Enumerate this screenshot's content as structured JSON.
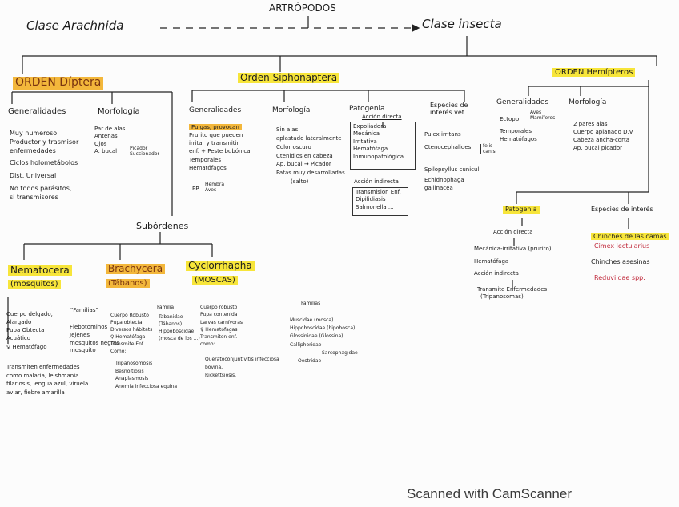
{
  "top": {
    "title": "ARTRÓPODOS",
    "left": "Clase Arachnida",
    "right": "Clase insecta"
  },
  "orders": {
    "diptera": "ORDEN Díptera",
    "siphonaptera": "Orden Siphonaptera",
    "hemiptera": "ORDEN Hemípteros"
  },
  "diptera": {
    "generalidades_title": "Generalidades",
    "generalidades": [
      "Muy numeroso",
      "Productor y trasmisor",
      "enfermedades",
      "Ciclos holometábolos",
      "Dist. Universal",
      "No todos parásitos,",
      "sí transmisores"
    ],
    "morfologia_title": "Morfología",
    "morfologia": [
      "Par de alas",
      "Antenas",
      "Ojos",
      "A. bucal"
    ],
    "bucal_branches": [
      "Picador",
      "Succionador"
    ],
    "suborden_title": "Subórdenes"
  },
  "suborders": {
    "nematocera": {
      "name": "Nematocera",
      "sub": "(mosquitos)",
      "left": [
        "Cuerpo delgado,",
        "Alargado",
        "Pupa Obtecta",
        "Acuático",
        "♀ Hematófago"
      ],
      "fam_title": "\"Familias\"",
      "fam": [
        "Flebotominos",
        "Jejenes",
        "mosquitos negros",
        "mosquito"
      ],
      "bottom": [
        "Transmiten enfermedades",
        "como malaria, leishmania",
        "filariosis, lengua azul, viruela",
        "aviar, fiebre amarilla"
      ]
    },
    "brachycera": {
      "name": "Brachycera",
      "sub": "(Tábanos)",
      "left": [
        "Cuerpo Robusto",
        "Pupa obtecta",
        "Diversos hábitats",
        "♀ Hematófaga",
        "Transmite Enf.",
        "Como:"
      ],
      "diseases": [
        "Tripanosomosis",
        "Besnoitiosis",
        "Anaplasmosis",
        "Anemia infecciosa equina"
      ],
      "fam_title": "Familia",
      "fam": [
        "Tabanidae",
        "(Tábanos)",
        "Hippoboscidae",
        "(mosca de los ...)"
      ]
    },
    "cyclorrhapha": {
      "name": "Cyclorrhapha",
      "sub": "(MOSCAS)",
      "left": [
        "Cuerpo robusto",
        "Pupa contenida",
        "Larvas carnívoras",
        "♀ Hematófagas",
        "Transmiten enf.",
        "como:"
      ],
      "disease": [
        "Queratoconjuntivitis infecciosa",
        "bovina,",
        "Rickettsiosis."
      ],
      "fam_title": "Familias",
      "fam": [
        "Muscidae (mosca)",
        "Hippoboscidae (hipobosca)",
        "Glossinidae (Glossina)",
        "Calliphoridae",
        "Sarcophagidae",
        "Oestridae"
      ]
    }
  },
  "siphonaptera": {
    "generalidades_title": "Generalidades",
    "generalidades": [
      "Pulgas, provocan",
      "Prurito que pueden",
      "irritar y transmitir",
      "enf. + Peste bubónica",
      "Temporales",
      "Hematófagos"
    ],
    "pp": "PP",
    "pp_branches": [
      "Hembra",
      "Aves"
    ],
    "morfologia_title": "Morfología",
    "morfologia": [
      "Sin alas",
      "aplastado lateralmente",
      "Color oscuro",
      "Ctenidios en cabeza",
      "Ap. bucal → Picador",
      "Patas muy desarrolladas",
      "(salto)"
    ],
    "patogenia_title": "Patogenia",
    "accion_directa": "Acción directa",
    "directa_items": [
      "Expoliadora",
      "Mecánica",
      "Irritativa",
      "Hematófaga",
      "Inmunopatológica"
    ],
    "accion_indirecta": "Acción indirecta",
    "indirecta_items": [
      "Transmisión Enf.",
      "Dipilidiasis",
      "Salmonella ..."
    ],
    "especies_title": "Especies de interés vet.",
    "especies": [
      "Pulex irritans",
      "Ctenocephalides",
      "Spilopsyllus cuniculi",
      "Echidnophaga gallinacea"
    ],
    "ctenocephalides_branches": [
      "felis",
      "canis"
    ]
  },
  "hemiptera": {
    "generalidades_title": "Generalidades",
    "generalidades": [
      "Ectopp",
      "Temporales",
      "Hematófagos"
    ],
    "gen_branches": [
      "Aves",
      "Mamíferos"
    ],
    "morfologia_title": "Morfología",
    "morfologia": [
      "2 pares alas",
      "Cuerpo aplanado D.V",
      "Cabeza ancha-corta",
      "Ap. bucal picador"
    ],
    "patogenia_title": "Patogenia",
    "patogenia": [
      "Acción directa",
      "Mecánica-irritativa (prurito)",
      "Hematófaga",
      "Acción indirecta",
      "Transmite Enfermedades",
      "(Tripanosomas)"
    ],
    "especies_title": "Especies de interés",
    "especies": [
      "Chinches de las camas",
      "Cimex lectularius",
      "Chinches asesinas",
      "Reduviidae spp."
    ]
  },
  "footer": "Scanned with CamScanner",
  "colors": {
    "highlight_yellow": "#f7e53a",
    "highlight_orange": "#f3b73b",
    "ink": "#1c1c1c",
    "red_ink": "#c0283a"
  }
}
